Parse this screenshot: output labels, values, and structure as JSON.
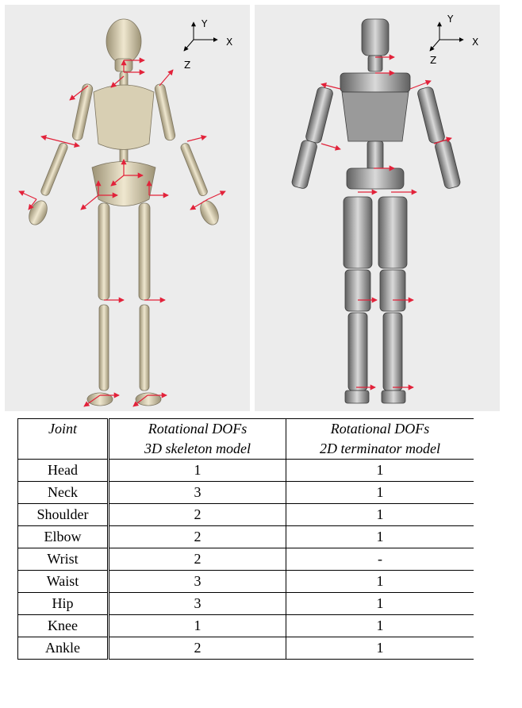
{
  "figure": {
    "left_panel": {
      "axis_labels": {
        "y": "Y",
        "x": "X",
        "z": "Z"
      }
    },
    "right_panel": {
      "axis_labels": {
        "y": "Y",
        "x": "X",
        "z": "Z"
      }
    },
    "arrow_color": "#e2223a"
  },
  "table": {
    "headers": {
      "joint": "Joint",
      "skeleton_line1": "Rotational DOFs",
      "skeleton_line2": "3D skeleton model",
      "terminator_line1": "Rotational DOFs",
      "terminator_line2": "2D terminator model"
    },
    "rows": [
      {
        "joint": "Head",
        "skeleton": "1",
        "terminator": "1"
      },
      {
        "joint": "Neck",
        "skeleton": "3",
        "terminator": "1"
      },
      {
        "joint": "Shoulder",
        "skeleton": "2",
        "terminator": "1"
      },
      {
        "joint": "Elbow",
        "skeleton": "2",
        "terminator": "1"
      },
      {
        "joint": "Wrist",
        "skeleton": "2",
        "terminator": "-"
      },
      {
        "joint": "Waist",
        "skeleton": "3",
        "terminator": "1"
      },
      {
        "joint": "Hip",
        "skeleton": "3",
        "terminator": "1"
      },
      {
        "joint": "Knee",
        "skeleton": "1",
        "terminator": "1"
      },
      {
        "joint": "Ankle",
        "skeleton": "2",
        "terminator": "1"
      }
    ]
  }
}
